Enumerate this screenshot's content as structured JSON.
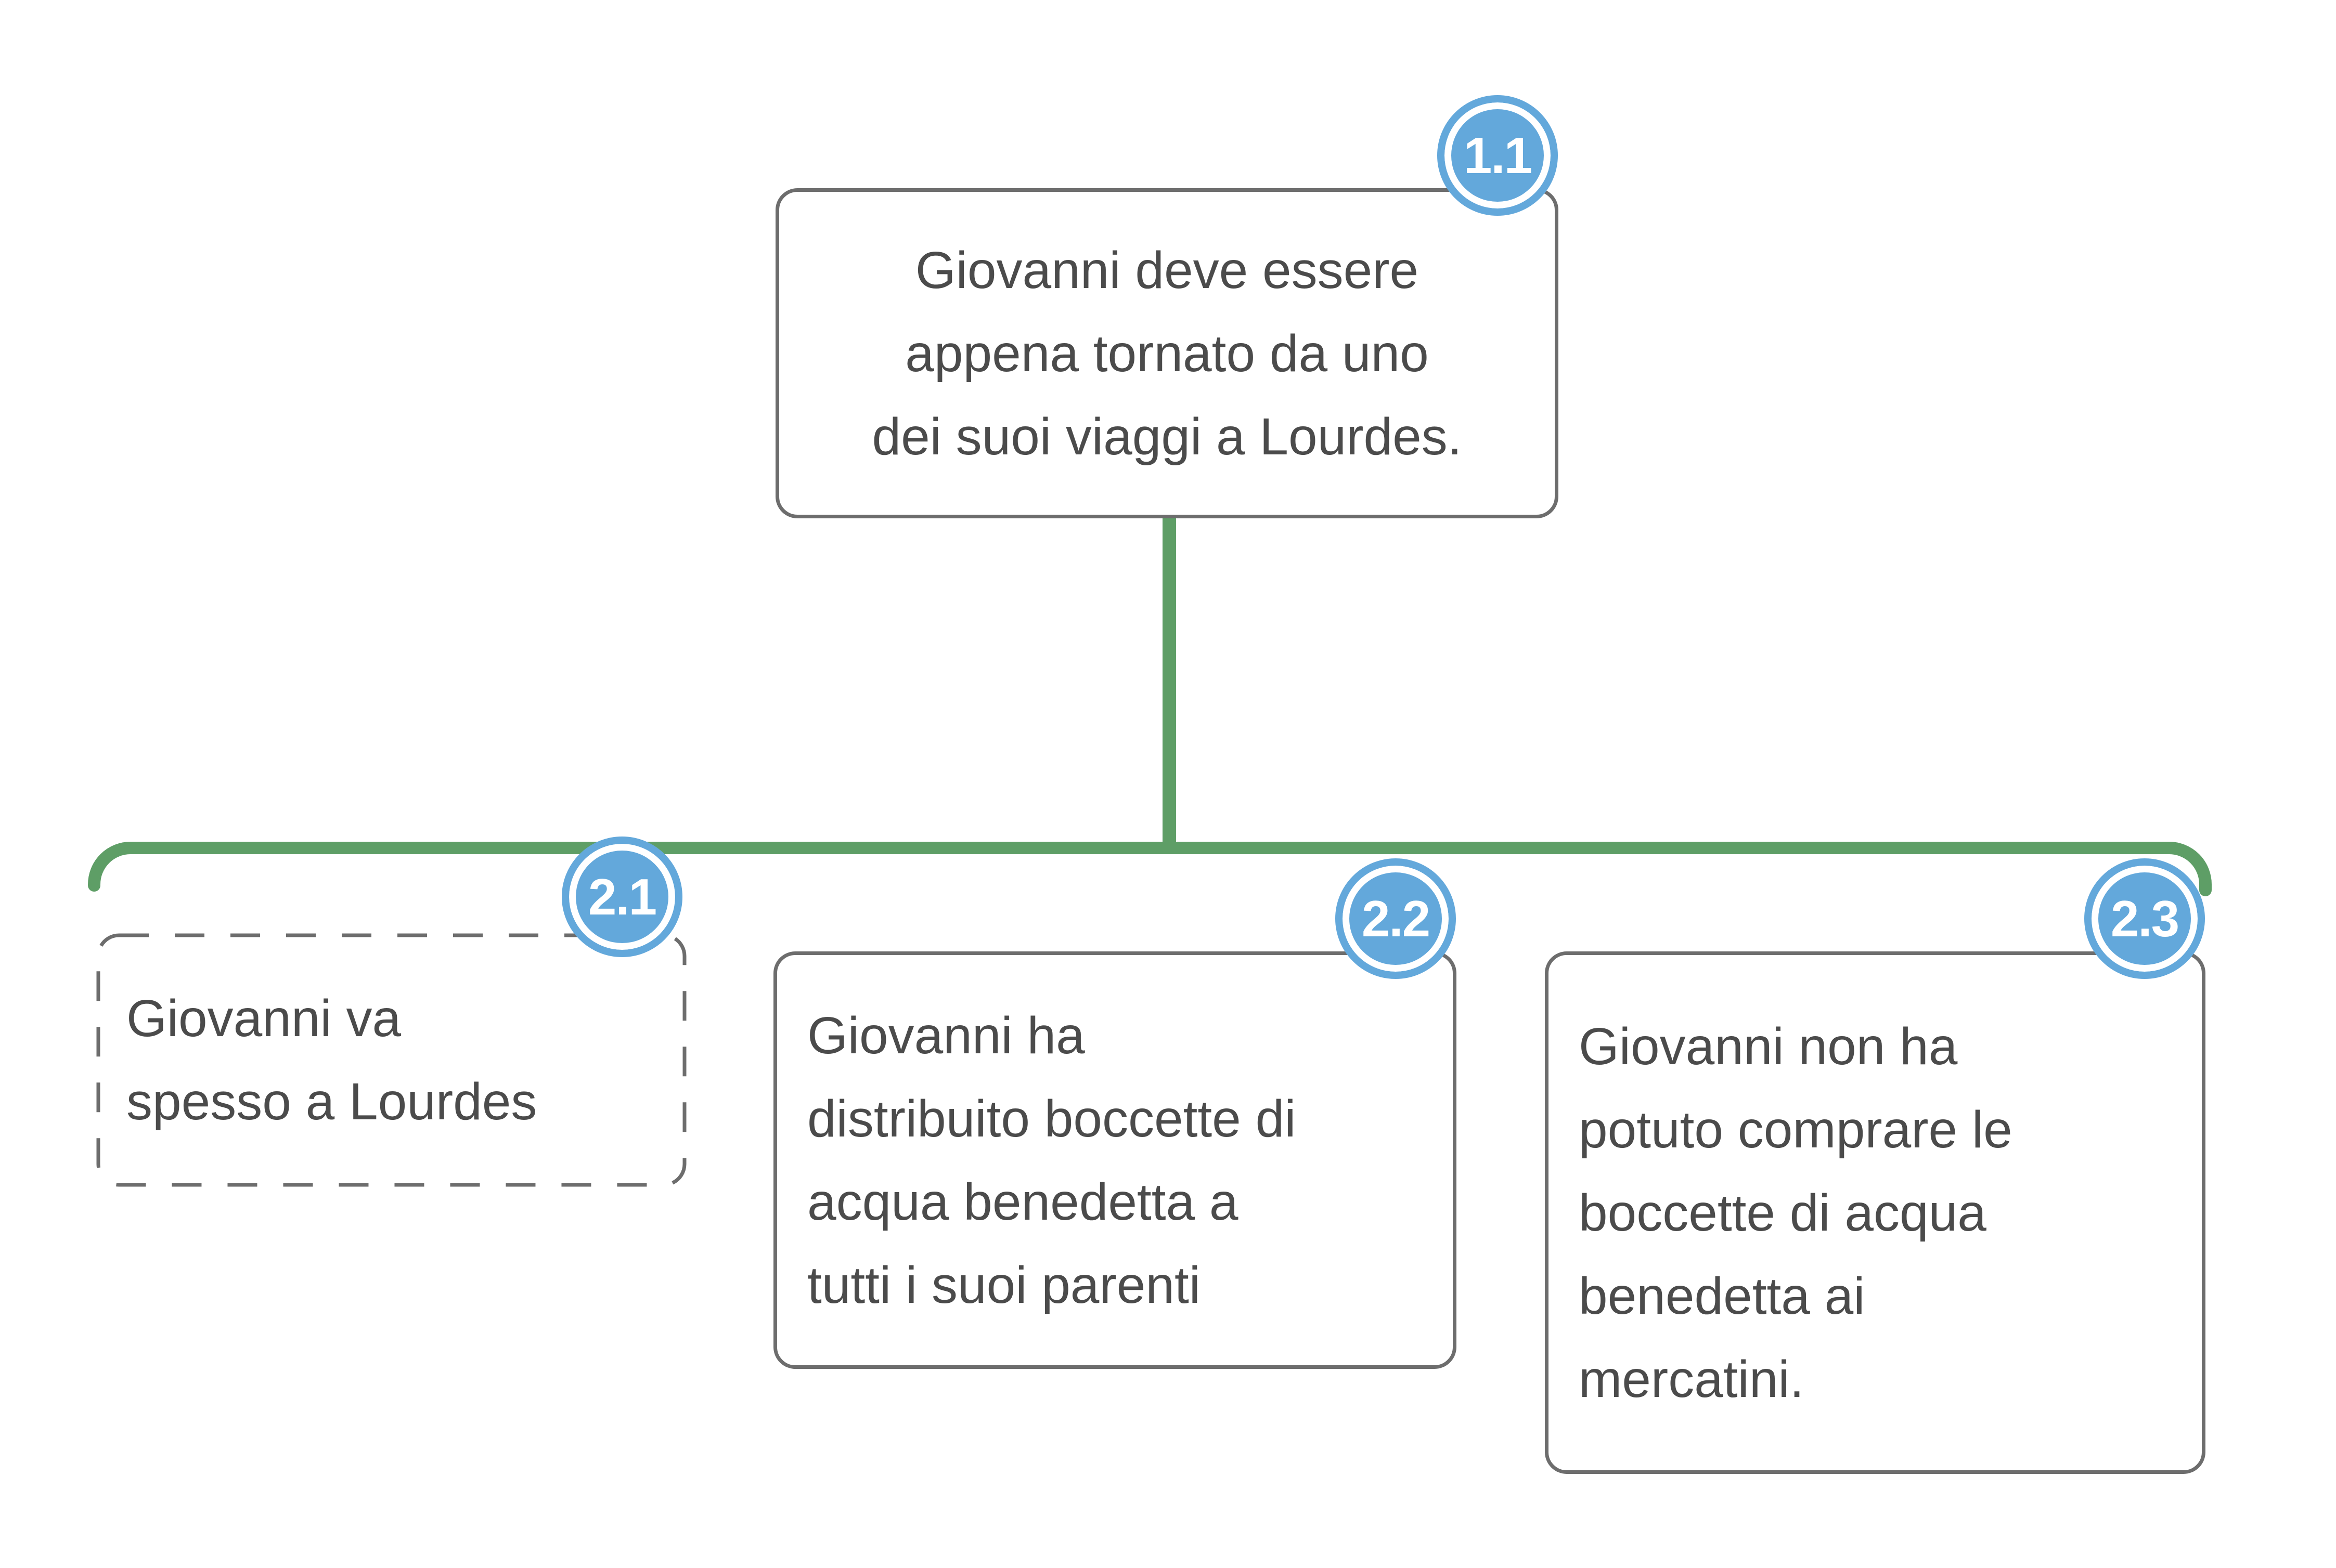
{
  "diagram": {
    "type": "argument-map-tree",
    "root": {
      "id": "1.1",
      "text": "Giovanni deve essere\nappena tornato da uno\ndei suoi viaggi a Lourdes."
    },
    "children": [
      {
        "id": "2.1",
        "text": "Giovanni va\nspesso a Lourdes",
        "border_style": "dashed"
      },
      {
        "id": "2.2",
        "text": "Giovanni ha\ndistribuito boccette di\nacqua benedetta a\ntutti i suoi parenti",
        "border_style": "solid"
      },
      {
        "id": "2.3",
        "text": "Giovanni non ha\npotuto comprare le\nboccette di acqua\nbenedetta ai\nmercatini.",
        "border_style": "solid"
      }
    ],
    "colors": {
      "connector_green": "#5e9e66",
      "badge_blue": "#63a8db",
      "border_gray": "#6d6d6d",
      "text_gray": "#4b4b4b",
      "badge_ring_white": "#ffffff"
    }
  }
}
